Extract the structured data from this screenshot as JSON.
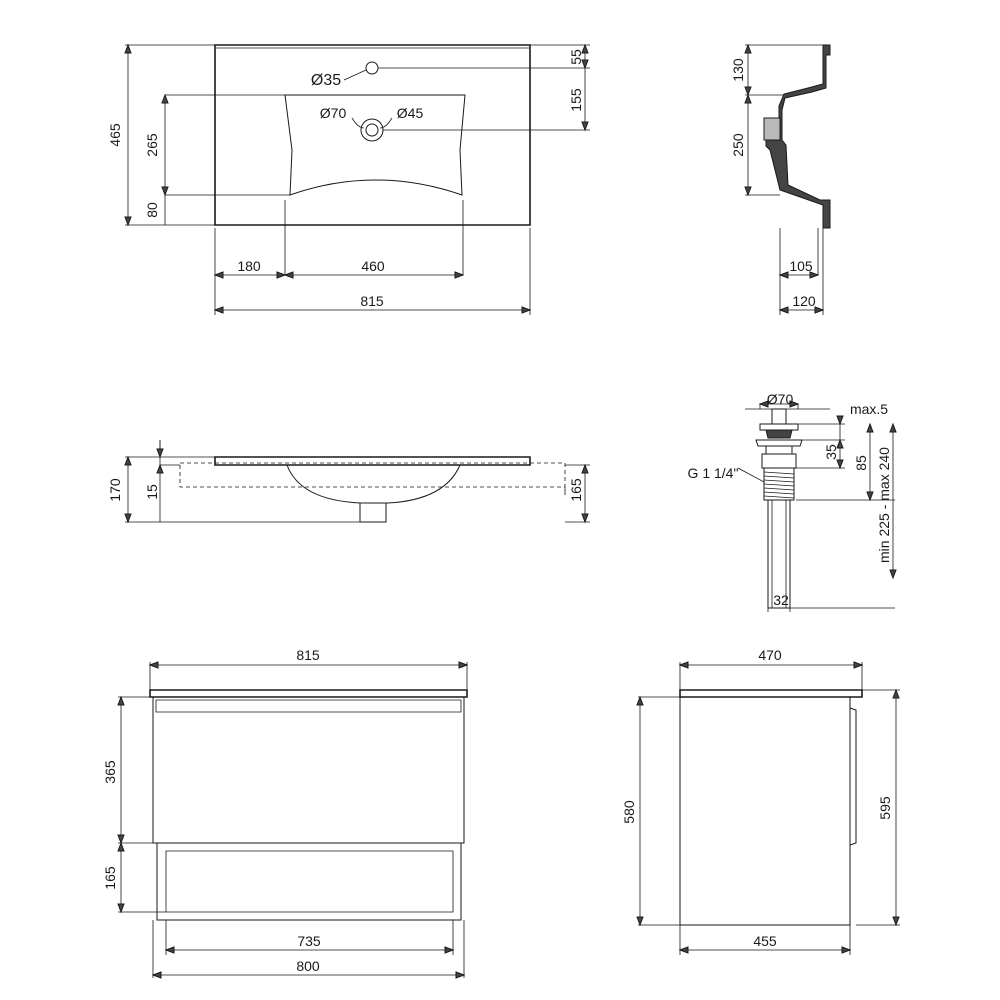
{
  "basin_top": {
    "width": "815",
    "left_offset": "180",
    "bowl_width": "460",
    "depth": "465",
    "bowl_depth": "265",
    "front_lip": "80",
    "tap_offset": "55",
    "drain_offset": "155",
    "tap_hole": "Ø35",
    "drain_outer": "Ø70",
    "drain_inner": "Ø45"
  },
  "basin_side": {
    "top_height": "130",
    "bowl_height": "250",
    "bottom_width": "105",
    "total_width": "120"
  },
  "basin_front": {
    "total_height": "170",
    "rim": "15",
    "cabinet_ref": "165"
  },
  "drain_valve": {
    "cap": "Ø70",
    "max_gap": "max.5",
    "thread": "G 1 1/4\"",
    "body_height": "35",
    "total": "85",
    "range": "min 225 - max 240",
    "pipe": "32"
  },
  "cabinet_front": {
    "top_width": "815",
    "drawer_height": "365",
    "shelf_height": "165",
    "inner_width": "735",
    "width": "800"
  },
  "cabinet_side": {
    "top_depth": "470",
    "height": "580",
    "total_height": "595",
    "depth": "455"
  }
}
